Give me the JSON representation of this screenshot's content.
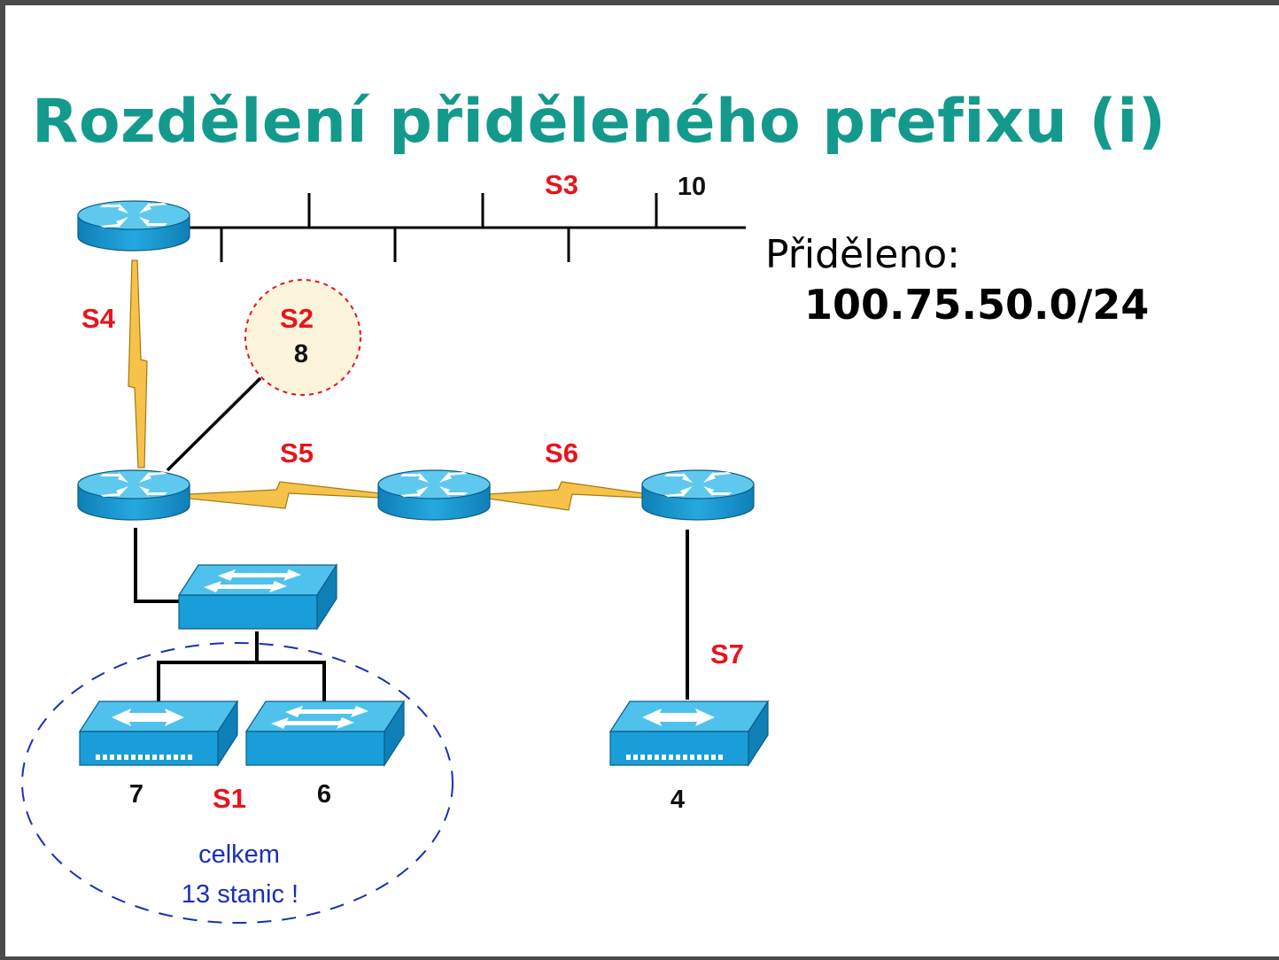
{
  "slide": {
    "title": "Rozdělení přiděleného prefixu (i)",
    "allocated_label": "Přiděleno:",
    "allocated_prefix": "100.75.50.0/24"
  },
  "diagram": {
    "segments": {
      "s1": "S1",
      "s2": "S2",
      "s3": "S3",
      "s4": "S4",
      "s5": "S5",
      "s6": "S6",
      "s7": "S7"
    },
    "host_counts": {
      "s1_left_switch": "7",
      "s1_right_switch": "6",
      "s2": "8",
      "s3": "10",
      "s7": "4"
    },
    "s1_note": {
      "line1": "celkem",
      "line2": "13 stanic !"
    }
  },
  "colors": {
    "title": "#139a8c",
    "segment_label": "#e8141c",
    "note": "#1a2fb8",
    "device": "#1a9ed9",
    "serial_link": "#f7c24a"
  }
}
